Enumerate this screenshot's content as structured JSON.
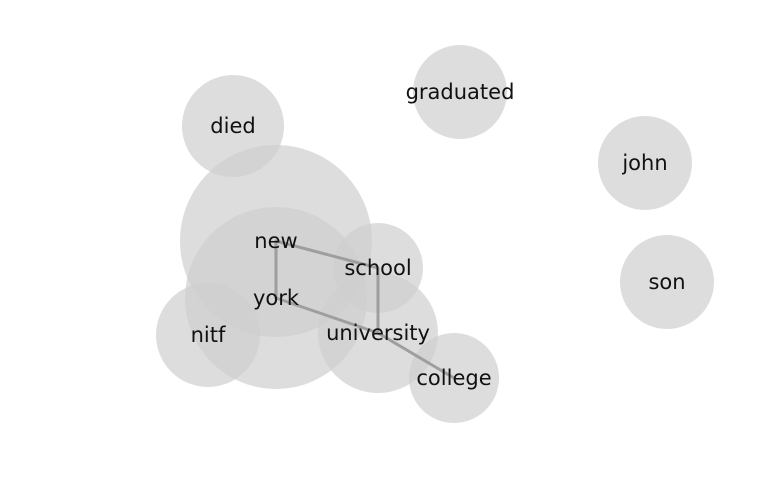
{
  "nodes": [
    {
      "id": "new",
      "label": "new"
    },
    {
      "id": "york",
      "label": "york"
    },
    {
      "id": "school",
      "label": "school"
    },
    {
      "id": "university",
      "label": "university"
    },
    {
      "id": "college",
      "label": "college"
    },
    {
      "id": "nitf",
      "label": "nitf"
    },
    {
      "id": "died",
      "label": "died"
    },
    {
      "id": "graduated",
      "label": "graduated"
    },
    {
      "id": "john",
      "label": "john"
    },
    {
      "id": "son",
      "label": "son"
    }
  ],
  "edges": [
    [
      "new",
      "school"
    ],
    [
      "new",
      "york"
    ],
    [
      "york",
      "university"
    ],
    [
      "school",
      "university"
    ],
    [
      "university",
      "college"
    ]
  ],
  "colors": {
    "node_fill": "#cfcfcf",
    "edge": "#999999",
    "text": "#111111"
  }
}
